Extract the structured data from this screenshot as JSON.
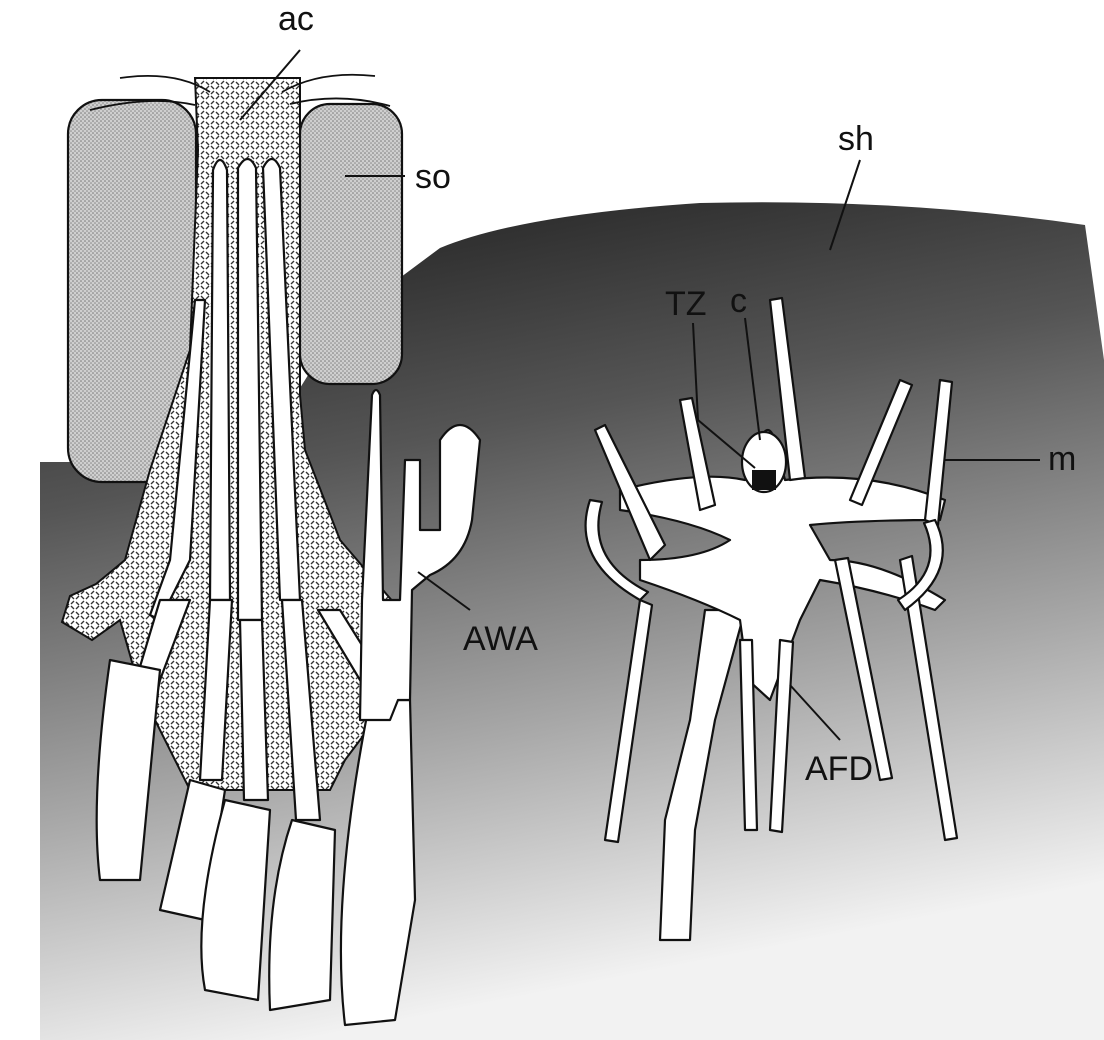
{
  "labels": {
    "ac": "ac",
    "so": "so",
    "sh": "sh",
    "tz": "TZ",
    "c": "c",
    "m": "m",
    "awa": "AWA",
    "afd": "AFD"
  }
}
